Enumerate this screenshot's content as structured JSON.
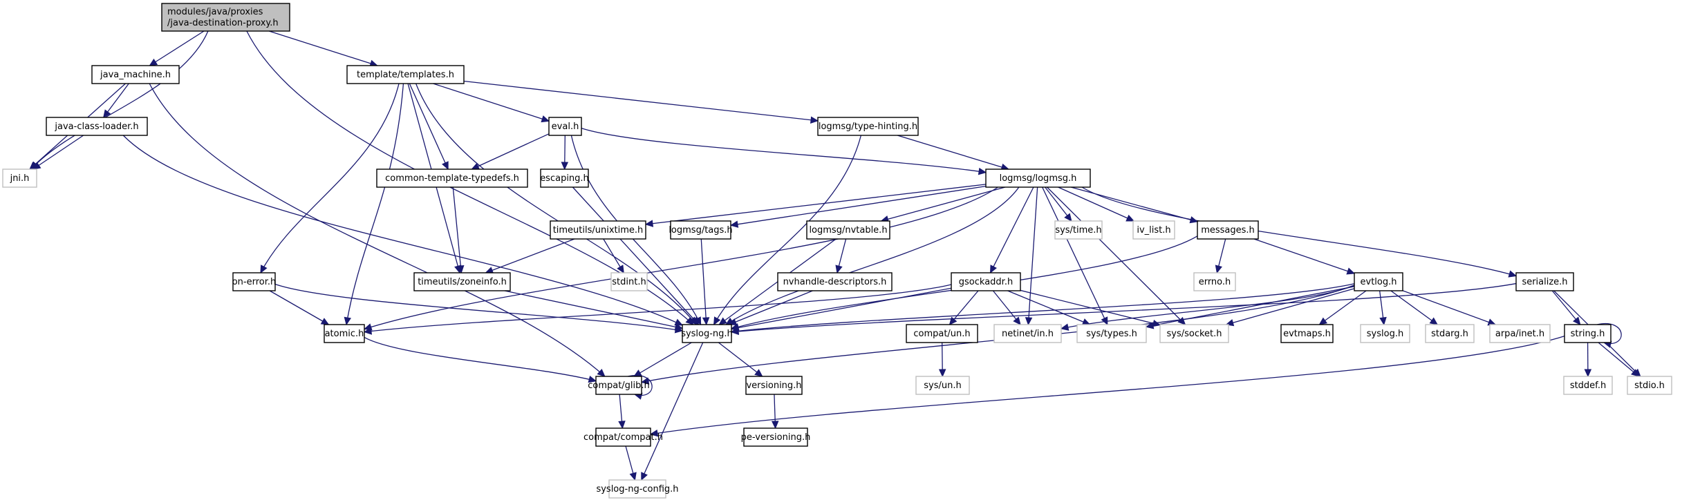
{
  "title": "modules/java/proxies/java-destination-proxy.h include dependency graph",
  "colors": {
    "edge": "#191970",
    "root_fill": "#bfbfbf",
    "node_border": "#000000",
    "external_border": "#bfbfbf",
    "node_fill": "#ffffff"
  },
  "nodes": [
    {
      "id": "root",
      "lines": [
        "modules/java/proxies",
        "/java-destination-proxy.h"
      ],
      "kind": "root"
    },
    {
      "id": "java_machine",
      "lines": [
        "java_machine.h"
      ],
      "kind": "documented"
    },
    {
      "id": "templates",
      "lines": [
        "template/templates.h"
      ],
      "kind": "documented"
    },
    {
      "id": "java_class_loader",
      "lines": [
        "java-class-loader.h"
      ],
      "kind": "documented"
    },
    {
      "id": "jni",
      "lines": [
        "jni.h"
      ],
      "kind": "external"
    },
    {
      "id": "eval",
      "lines": [
        "eval.h"
      ],
      "kind": "documented"
    },
    {
      "id": "type_hinting",
      "lines": [
        "logmsg/type-hinting.h"
      ],
      "kind": "documented"
    },
    {
      "id": "common_typedefs",
      "lines": [
        "common-template-typedefs.h"
      ],
      "kind": "documented"
    },
    {
      "id": "escaping",
      "lines": [
        "escaping.h"
      ],
      "kind": "documented"
    },
    {
      "id": "logmsg",
      "lines": [
        "logmsg/logmsg.h"
      ],
      "kind": "documented"
    },
    {
      "id": "unixtime",
      "lines": [
        "timeutils/unixtime.h"
      ],
      "kind": "documented"
    },
    {
      "id": "tags",
      "lines": [
        "logmsg/tags.h"
      ],
      "kind": "documented"
    },
    {
      "id": "nvtable",
      "lines": [
        "logmsg/nvtable.h"
      ],
      "kind": "documented"
    },
    {
      "id": "systime",
      "lines": [
        "sys/time.h"
      ],
      "kind": "external"
    },
    {
      "id": "ivlist",
      "lines": [
        "iv_list.h"
      ],
      "kind": "external"
    },
    {
      "id": "messages",
      "lines": [
        "messages.h"
      ],
      "kind": "documented"
    },
    {
      "id": "serialize",
      "lines": [
        "serialize.h"
      ],
      "kind": "documented"
    },
    {
      "id": "onerror",
      "lines": [
        "on-error.h"
      ],
      "kind": "documented"
    },
    {
      "id": "zoneinfo",
      "lines": [
        "timeutils/zoneinfo.h"
      ],
      "kind": "documented"
    },
    {
      "id": "stdint",
      "lines": [
        "stdint.h"
      ],
      "kind": "external"
    },
    {
      "id": "nvhandle",
      "lines": [
        "nvhandle-descriptors.h"
      ],
      "kind": "documented"
    },
    {
      "id": "gsockaddr",
      "lines": [
        "gsockaddr.h"
      ],
      "kind": "documented"
    },
    {
      "id": "errno",
      "lines": [
        "errno.h"
      ],
      "kind": "external"
    },
    {
      "id": "evtlog",
      "lines": [
        "evtlog.h"
      ],
      "kind": "documented"
    },
    {
      "id": "atomic",
      "lines": [
        "atomic.h"
      ],
      "kind": "documented"
    },
    {
      "id": "syslogng",
      "lines": [
        "syslog-ng.h"
      ],
      "kind": "documented"
    },
    {
      "id": "compat_un",
      "lines": [
        "compat/un.h"
      ],
      "kind": "documented"
    },
    {
      "id": "netinet",
      "lines": [
        "netinet/in.h"
      ],
      "kind": "external"
    },
    {
      "id": "systypes",
      "lines": [
        "sys/types.h"
      ],
      "kind": "external"
    },
    {
      "id": "syssocket",
      "lines": [
        "sys/socket.h"
      ],
      "kind": "external"
    },
    {
      "id": "evtmaps",
      "lines": [
        "evtmaps.h"
      ],
      "kind": "documented"
    },
    {
      "id": "syslog",
      "lines": [
        "syslog.h"
      ],
      "kind": "external"
    },
    {
      "id": "stdarg",
      "lines": [
        "stdarg.h"
      ],
      "kind": "external"
    },
    {
      "id": "arpainet",
      "lines": [
        "arpa/inet.h"
      ],
      "kind": "external"
    },
    {
      "id": "string",
      "lines": [
        "string.h"
      ],
      "kind": "documented"
    },
    {
      "id": "stdio",
      "lines": [
        "stdio.h"
      ],
      "kind": "external"
    },
    {
      "id": "glib",
      "lines": [
        "compat/glib.h"
      ],
      "kind": "documented"
    },
    {
      "id": "versioning",
      "lines": [
        "versioning.h"
      ],
      "kind": "documented"
    },
    {
      "id": "sysun",
      "lines": [
        "sys/un.h"
      ],
      "kind": "external"
    },
    {
      "id": "stddef",
      "lines": [
        "stddef.h"
      ],
      "kind": "external"
    },
    {
      "id": "compat",
      "lines": [
        "compat/compat.h"
      ],
      "kind": "documented"
    },
    {
      "id": "peversioning",
      "lines": [
        "pe-versioning.h"
      ],
      "kind": "documented"
    },
    {
      "id": "config",
      "lines": [
        "syslog-ng-config.h"
      ],
      "kind": "external"
    }
  ],
  "edges": [
    [
      "root",
      "jni"
    ],
    [
      "root",
      "java_machine"
    ],
    [
      "root",
      "syslogng"
    ],
    [
      "root",
      "templates"
    ],
    [
      "java_machine",
      "jni"
    ],
    [
      "java_machine",
      "java_class_loader"
    ],
    [
      "java_machine",
      "glib"
    ],
    [
      "java_class_loader",
      "jni"
    ],
    [
      "java_class_loader",
      "syslogng"
    ],
    [
      "templates",
      "syslogng"
    ],
    [
      "templates",
      "eval"
    ],
    [
      "templates",
      "type_hinting"
    ],
    [
      "templates",
      "common_typedefs"
    ],
    [
      "templates",
      "zoneinfo"
    ],
    [
      "templates",
      "onerror"
    ],
    [
      "templates",
      "atomic"
    ],
    [
      "eval",
      "common_typedefs"
    ],
    [
      "eval",
      "escaping"
    ],
    [
      "eval",
      "logmsg"
    ],
    [
      "eval",
      "syslogng"
    ],
    [
      "type_hinting",
      "logmsg"
    ],
    [
      "type_hinting",
      "syslogng"
    ],
    [
      "common_typedefs",
      "zoneinfo"
    ],
    [
      "escaping",
      "syslogng"
    ],
    [
      "logmsg",
      "unixtime"
    ],
    [
      "logmsg",
      "tags"
    ],
    [
      "logmsg",
      "nvtable"
    ],
    [
      "logmsg",
      "systime"
    ],
    [
      "logmsg",
      "ivlist"
    ],
    [
      "logmsg",
      "messages"
    ],
    [
      "logmsg",
      "serialize"
    ],
    [
      "logmsg",
      "gsockaddr"
    ],
    [
      "logmsg",
      "netinet"
    ],
    [
      "logmsg",
      "atomic"
    ],
    [
      "logmsg",
      "syslogng"
    ],
    [
      "logmsg",
      "systypes"
    ],
    [
      "logmsg",
      "syssocket"
    ],
    [
      "unixtime",
      "zoneinfo"
    ],
    [
      "unixtime",
      "stdint"
    ],
    [
      "tags",
      "syslogng"
    ],
    [
      "nvtable",
      "nvhandle"
    ],
    [
      "nvtable",
      "syslogng"
    ],
    [
      "nvhandle",
      "syslogng"
    ],
    [
      "messages",
      "errno"
    ],
    [
      "messages",
      "evtlog"
    ],
    [
      "messages",
      "syslogng"
    ],
    [
      "serialize",
      "string"
    ],
    [
      "serialize",
      "stdio"
    ],
    [
      "serialize",
      "syslogng"
    ],
    [
      "onerror",
      "atomic"
    ],
    [
      "onerror",
      "syslogng"
    ],
    [
      "zoneinfo",
      "syslogng"
    ],
    [
      "gsockaddr",
      "compat_un"
    ],
    [
      "gsockaddr",
      "netinet"
    ],
    [
      "gsockaddr",
      "systypes"
    ],
    [
      "gsockaddr",
      "syssocket"
    ],
    [
      "gsockaddr",
      "syslogng"
    ],
    [
      "gsockaddr",
      "atomic"
    ],
    [
      "evtlog",
      "evtmaps"
    ],
    [
      "evtlog",
      "syslog"
    ],
    [
      "evtlog",
      "stdarg"
    ],
    [
      "evtlog",
      "arpainet"
    ],
    [
      "evtlog",
      "netinet"
    ],
    [
      "evtlog",
      "systypes"
    ],
    [
      "evtlog",
      "syssocket"
    ],
    [
      "evtlog",
      "syslogng"
    ],
    [
      "evtlog",
      "glib"
    ],
    [
      "atomic",
      "glib"
    ],
    [
      "syslogng",
      "glib"
    ],
    [
      "syslogng",
      "versioning"
    ],
    [
      "syslogng",
      "config"
    ],
    [
      "compat_un",
      "sysun"
    ],
    [
      "string",
      "string"
    ],
    [
      "string",
      "stddef"
    ],
    [
      "string",
      "stdio"
    ],
    [
      "string",
      "compat"
    ],
    [
      "glib",
      "glib"
    ],
    [
      "glib",
      "compat"
    ],
    [
      "versioning",
      "peversioning"
    ],
    [
      "compat",
      "config"
    ]
  ]
}
